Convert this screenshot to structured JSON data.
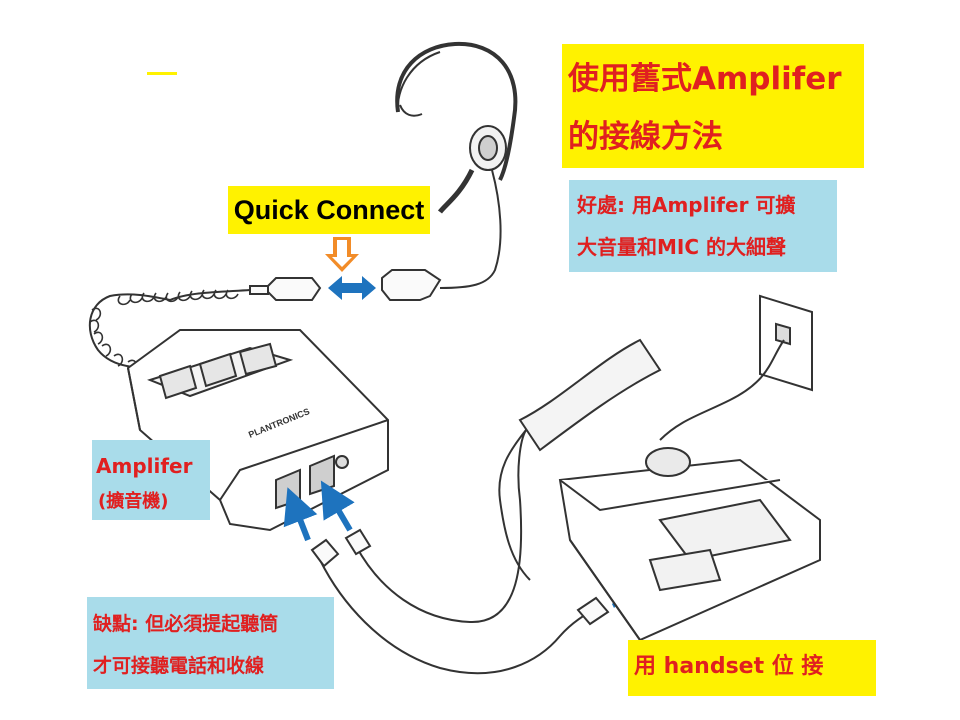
{
  "title": {
    "line1": "使用舊式Amplifer",
    "line2": "的接線方法"
  },
  "quick_connect_label": "Quick Connect",
  "benefit": {
    "line1": "好處: 用Amplifer 可擴",
    "line2": "大音量和MIC 的大細聲"
  },
  "amplifier": {
    "line1": "Amplifer",
    "line2": "(擴音機)",
    "brand": "PLANTRONICS"
  },
  "drawback": {
    "line1": "缺點: 但必須提起聽筒",
    "line2": "才可接聽電話和收線"
  },
  "handset_note": "用 handset 位 接",
  "colors": {
    "label_red": "#e02020",
    "yellow_box": "#fff200",
    "blue_box": "#a9dcea",
    "arrow_blue": "#1e73be",
    "arrow_orange": "#f28c28"
  }
}
